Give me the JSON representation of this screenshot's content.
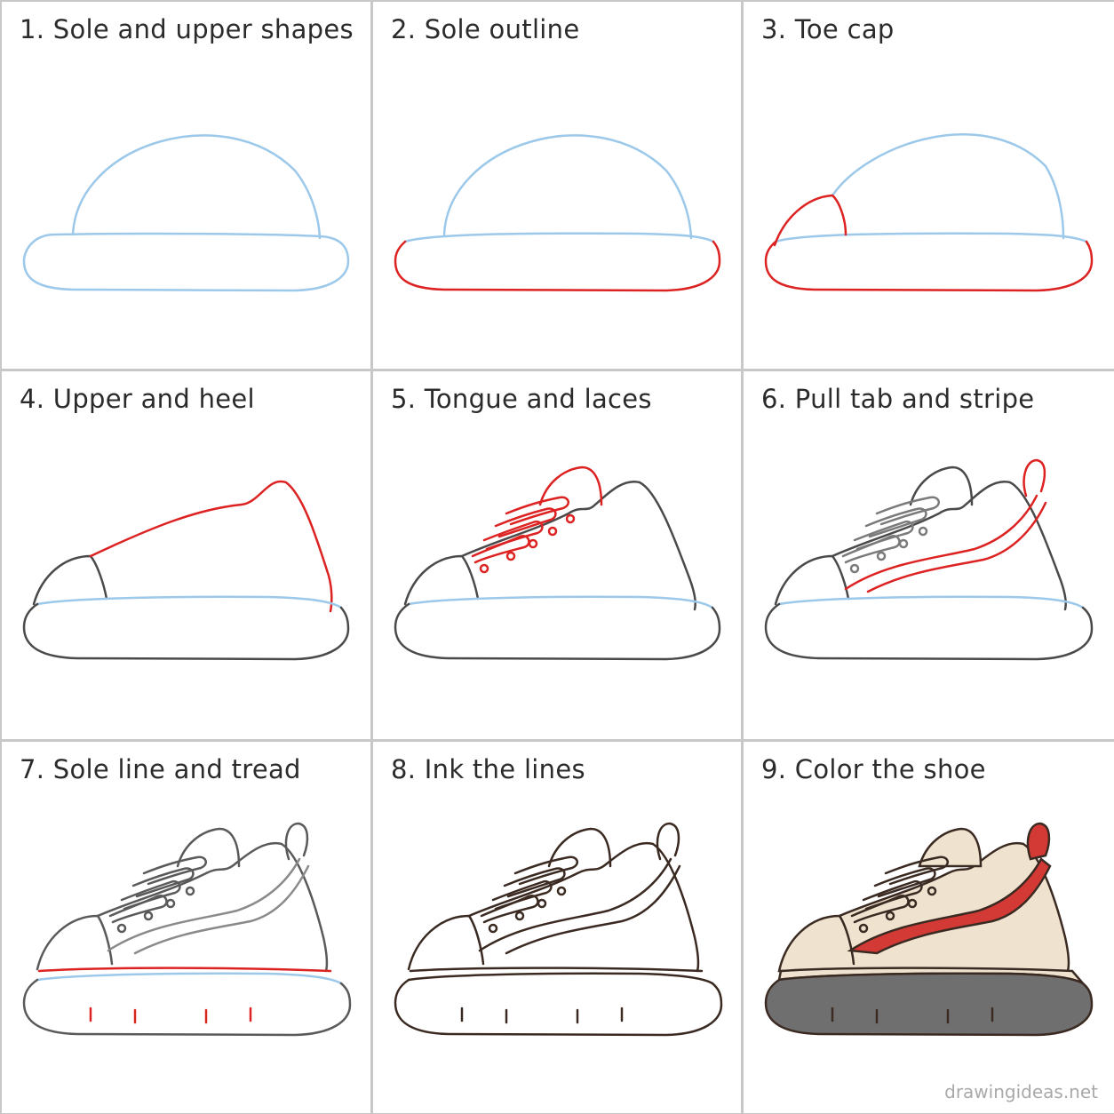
{
  "colors": {
    "guide": "#9cc8ea",
    "new_line": "#dd2222",
    "pencil": "#4a4a4a",
    "gray_stroke": "#8a8a8a",
    "ink": "#3a2a22",
    "upper_fill": "#efe3d0",
    "stripe_fill": "#d33a35",
    "sole_fill": "#6f6f6f"
  },
  "panels": [
    {
      "title": "1.  Sole and upper shapes"
    },
    {
      "title": "2.  Sole outline"
    },
    {
      "title": "3.  Toe cap"
    },
    {
      "title": "4.  Upper and heel"
    },
    {
      "title": "5.  Tongue and laces"
    },
    {
      "title": "6.  Pull tab and stripe"
    },
    {
      "title": "7.  Sole line and tread"
    },
    {
      "title": "8.  Ink the lines"
    },
    {
      "title": "9.  Color the shoe"
    }
  ],
  "watermark": "drawingideas.net"
}
